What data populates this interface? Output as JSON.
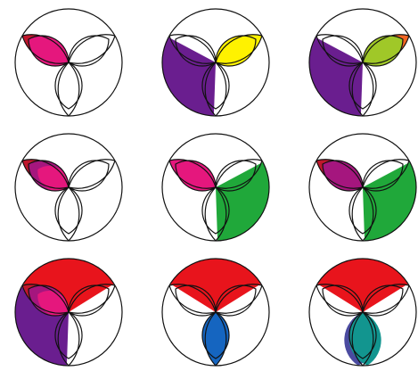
{
  "colors": {
    "red": "#e8141c",
    "dark_red": "#c0172c",
    "pink": "#e5177d",
    "purple": "#6a1e8f",
    "magenta": "#a5167e",
    "yellow": "#fff200",
    "orange": "#f26522",
    "yellow_green": "#a0c828",
    "green": "#20a83a",
    "blue": "#1565c0",
    "violet_blue": "#4b4ba0",
    "teal": "#12958f",
    "outline": "#111111",
    "background": "#ffffff"
  },
  "diagrams": [
    {
      "id": "d1",
      "filled": [
        [
          "petal-ul-outer",
          "dark_red"
        ],
        [
          "petal-ul-inner",
          "pink"
        ]
      ]
    },
    {
      "id": "d2",
      "filled": [
        [
          "wedge-left",
          "purple"
        ],
        [
          "petal-ur-inner",
          "yellow"
        ],
        [
          "petal-ur-outer",
          "yellow"
        ]
      ]
    },
    {
      "id": "d3",
      "filled": [
        [
          "wedge-left",
          "purple"
        ],
        [
          "petal-ur-outer",
          "orange"
        ],
        [
          "petal-ur-inner",
          "yellow_green"
        ]
      ]
    },
    {
      "id": "d4",
      "filled": [
        [
          "petal-ul-outer",
          "dark_red"
        ],
        [
          "petal-ul-inner",
          "magenta"
        ],
        [
          "petal-ul-core",
          "pink"
        ]
      ]
    },
    {
      "id": "d5",
      "filled": [
        [
          "petal-ul-outer",
          "pink"
        ],
        [
          "petal-ul-inner",
          "pink"
        ],
        [
          "wedge-right",
          "green"
        ]
      ]
    },
    {
      "id": "d6",
      "filled": [
        [
          "petal-ul-outer",
          "dark_red"
        ],
        [
          "petal-ul-inner",
          "magenta"
        ],
        [
          "wedge-right",
          "green"
        ]
      ]
    },
    {
      "id": "d7",
      "filled": [
        [
          "wedge-top",
          "red"
        ],
        [
          "wedge-left",
          "purple"
        ],
        [
          "petal-ul-outer",
          "dark_red"
        ],
        [
          "petal-ul-inner",
          "magenta"
        ],
        [
          "petal-ul-core",
          "pink"
        ]
      ]
    },
    {
      "id": "d8",
      "filled": [
        [
          "wedge-top",
          "red"
        ],
        [
          "petal-bottom-outer",
          "blue"
        ],
        [
          "petal-bottom-inner",
          "blue"
        ]
      ]
    },
    {
      "id": "d9",
      "filled": [
        [
          "wedge-top",
          "red"
        ],
        [
          "petal-bottom-left",
          "violet_blue"
        ],
        [
          "petal-bottom-right",
          "teal"
        ]
      ]
    }
  ]
}
